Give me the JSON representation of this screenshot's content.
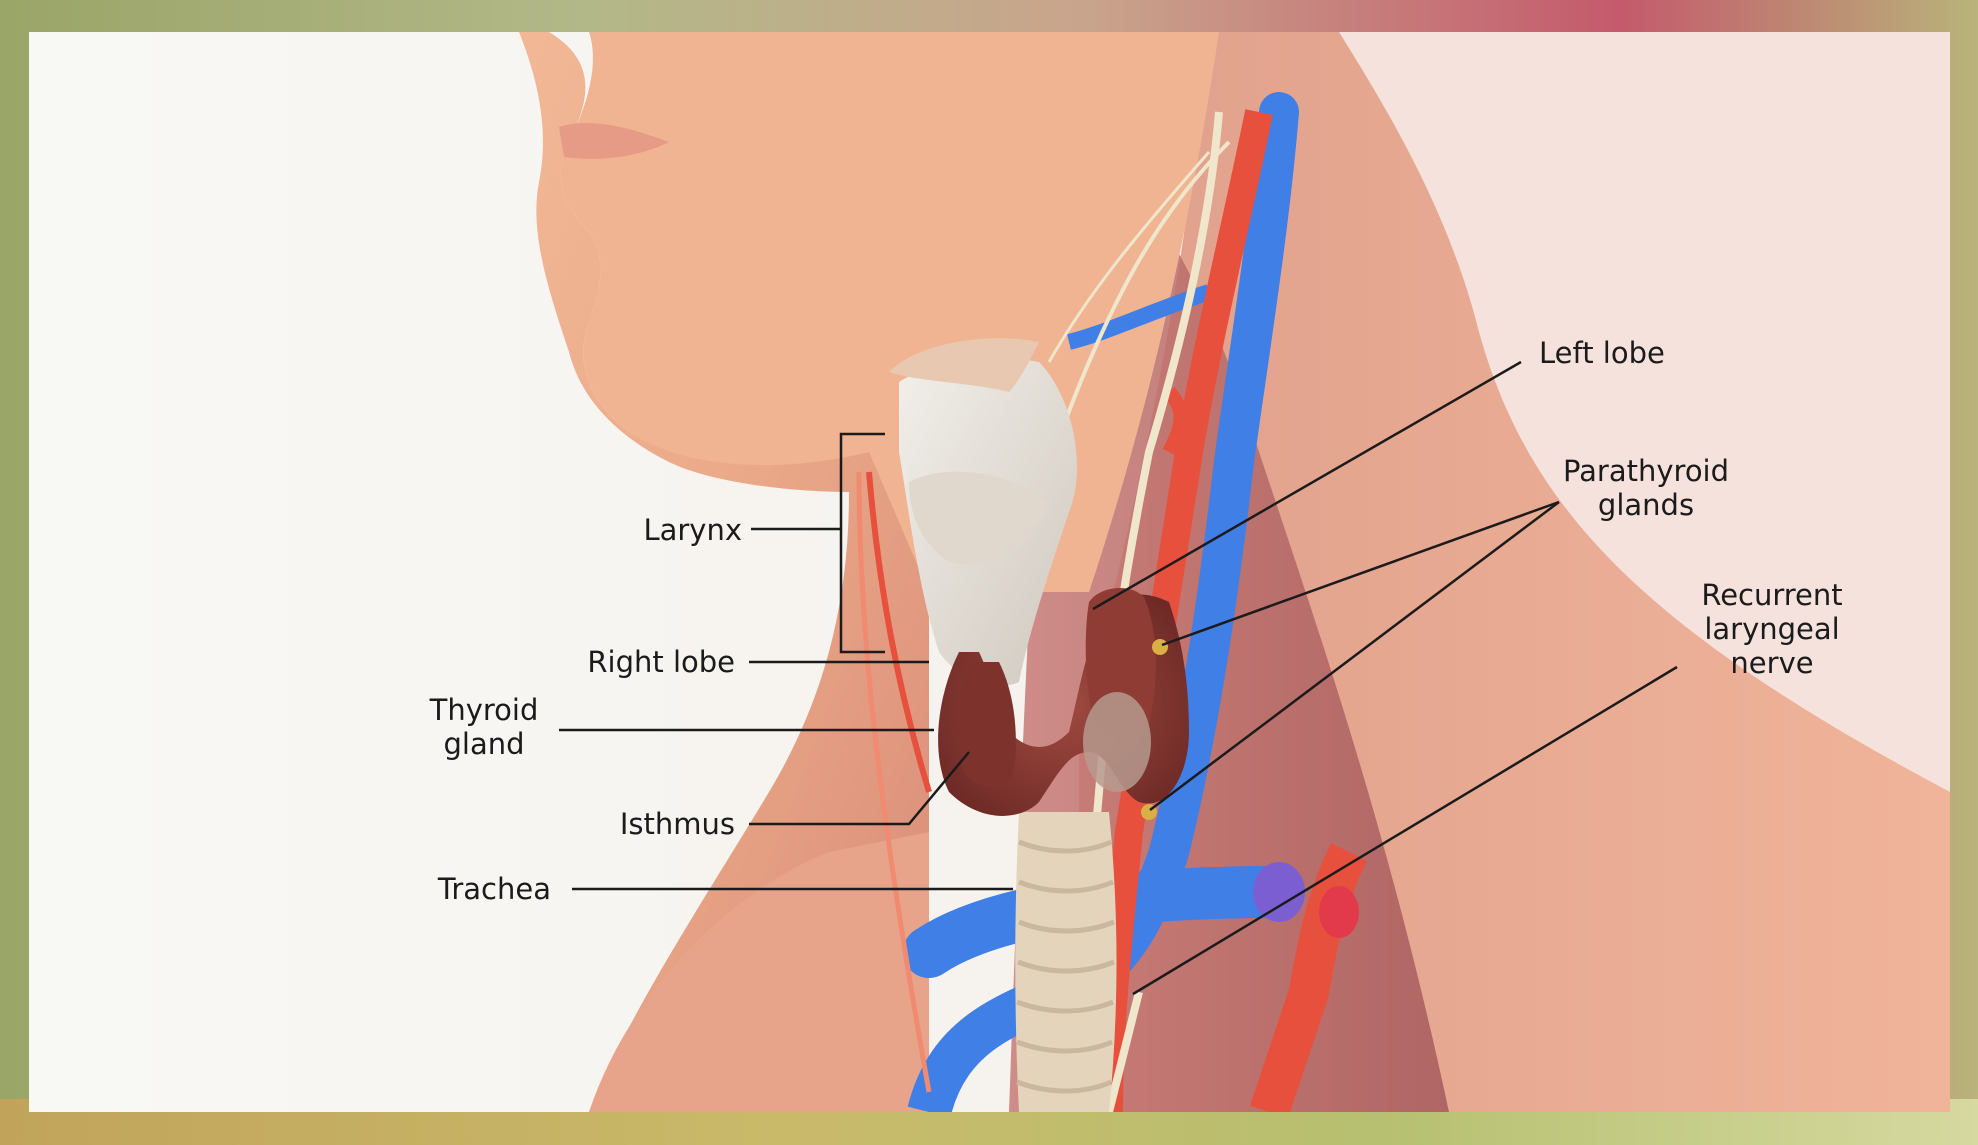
{
  "labels": {
    "larynx": "Larynx",
    "right_lobe": "Right lobe",
    "thyroid_gland_line1": "Thyroid",
    "thyroid_gland_line2": "gland",
    "isthmus": "Isthmus",
    "trachea": "Trachea",
    "left_lobe": "Left lobe",
    "parathyroid_line1": "Parathyroid",
    "parathyroid_line2": "glands",
    "recurrent_line1": "Recurrent",
    "recurrent_line2": "laryngeal",
    "recurrent_line3": "nerve"
  },
  "colors": {
    "skin": "#f0b492",
    "artery": "#e8503e",
    "vein": "#3f7fe6",
    "nerve": "#efe6cc",
    "thyroid": "#8a3a32",
    "cartilage": "#e9e4dc",
    "leader_line": "#1b1b1b"
  }
}
